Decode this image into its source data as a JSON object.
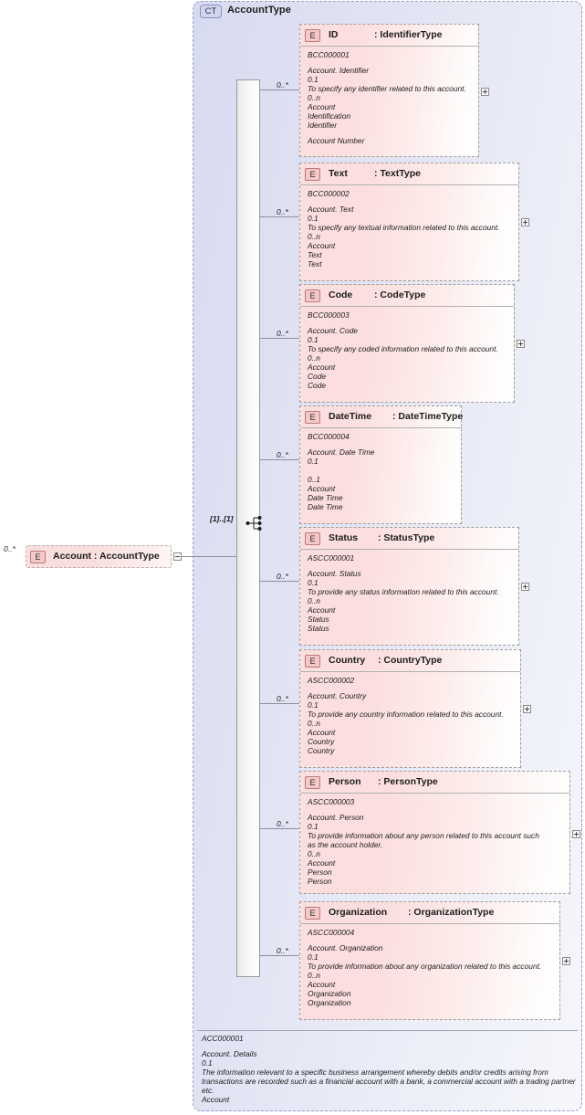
{
  "container": {
    "badge": "CT",
    "title": "AccountType",
    "occurrence": "[1]..[1]",
    "sequence_icon": "sequence-icon"
  },
  "root": {
    "badge": "E",
    "label": "Account : AccountType",
    "cardinality": "0..*",
    "toggle": "minus-toggle"
  },
  "elements": [
    {
      "badge": "E",
      "name": "ID",
      "type": ": IdentifierType",
      "cardinality": "0..*",
      "id": "BCC000001",
      "lines": [
        "Account. Identifier",
        "0.1",
        "To specify any identifier related to this account.",
        "0..n",
        "Account",
        "Identification",
        "Identifier",
        "",
        "Account Number"
      ],
      "expander": "plus-toggle"
    },
    {
      "badge": "E",
      "name": "Text",
      "type": ": TextType",
      "cardinality": "0..*",
      "id": "BCC000002",
      "lines": [
        "Account. Text",
        "0.1",
        "To specify any textual information related to this account.",
        "0..n",
        "Account",
        "Text",
        "Text"
      ],
      "expander": "plus-toggle"
    },
    {
      "badge": "E",
      "name": "Code",
      "type": ": CodeType",
      "cardinality": "0..*",
      "id": "BCC000003",
      "lines": [
        "Account. Code",
        "0.1",
        "To specify any coded information related to this account.",
        "0..n",
        "Account",
        "Code",
        "Code"
      ],
      "expander": "plus-toggle"
    },
    {
      "badge": "E",
      "name": "DateTime",
      "type": ": DateTimeType",
      "cardinality": "0..*",
      "id": "BCC000004",
      "lines": [
        "Account. Date Time",
        "0.1",
        "",
        "0..1",
        "Account",
        "Date Time",
        "Date Time"
      ],
      "expander": null
    },
    {
      "badge": "E",
      "name": "Status",
      "type": ": StatusType",
      "cardinality": "0..*",
      "id": "ASCC000001",
      "lines": [
        "Account. Status",
        "0.1",
        "To provide any status information related to this account.",
        "0..n",
        "Account",
        "Status",
        "Status"
      ],
      "expander": "plus-toggle"
    },
    {
      "badge": "E",
      "name": "Country",
      "type": ": CountryType",
      "cardinality": "0..*",
      "id": "ASCC000002",
      "lines": [
        "Account. Country",
        "0.1",
        "To provide any country information related to this account.",
        "0..n",
        "Account",
        "Country",
        "Country"
      ],
      "expander": "plus-toggle"
    },
    {
      "badge": "E",
      "name": "Person",
      "type": ": PersonType",
      "cardinality": "0..*",
      "id": "ASCC000003",
      "lines": [
        "Account. Person",
        "0.1",
        "To provide information about any person related to this account such as the account holder.",
        "0..n",
        "Account",
        "Person",
        "Person"
      ],
      "expander": "plus-toggle"
    },
    {
      "badge": "E",
      "name": "Organization",
      "type": ": OrganizationType",
      "cardinality": "0..*",
      "id": "ASCC000004",
      "lines": [
        "Account. Organization",
        "0.1",
        "To provide information about any organization related to this account.",
        "0..n",
        "Account",
        "Organization",
        "Organization"
      ],
      "expander": "plus-toggle"
    }
  ],
  "footer": {
    "id": "ACC000001",
    "lines": [
      "Account. Details",
      "0.1",
      "The information relevant to a specific business arrangement whereby debits and/or credits arising from transactions are recorded such as a financial account with a bank, a commercial account with a trading partner etc.",
      "Account"
    ]
  },
  "colors": {
    "container_border": "#9aa0c8",
    "container_fill": "#dcdef2",
    "element_border": "#9e9e9e",
    "element_fill": "#fbdedd",
    "badge_fill": "#f5c7c7",
    "line": "#8e8e9e"
  }
}
